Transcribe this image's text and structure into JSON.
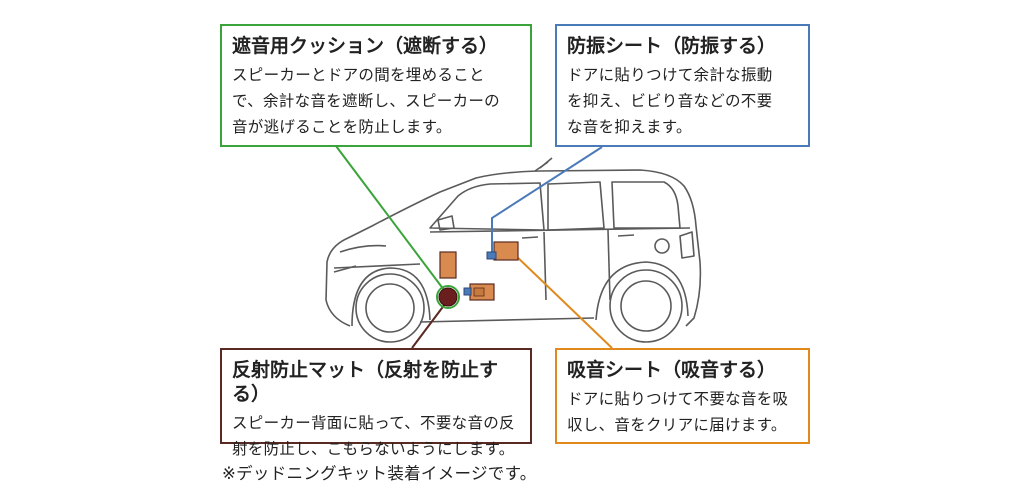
{
  "callouts": {
    "shield_cushion": {
      "title": "遮音用クッション（遮断する）",
      "lines": [
        "スピーカーとドアの間を埋めること",
        "で、余計な音を遮断し、スピーカーの",
        "音が逃げることを防止します。"
      ]
    },
    "anti_vibration_sheet": {
      "title": "防振シート（防振する）",
      "lines": [
        "ドアに貼りつけて余計な振動",
        "を抑え、ビビり音などの不要",
        "な音を抑えます。"
      ]
    },
    "anti_reflection_mat": {
      "title": "反射防止マット（反射を防止する）",
      "lines": [
        "スピーカー背面に貼って、不要な音の反",
        "射を防止し、こもらないようにします。"
      ]
    },
    "absorption_sheet": {
      "title": "吸音シート（吸音する）",
      "lines": [
        "ドアに貼りつけて不要な音を吸",
        "収し、音をクリアに届けます。"
      ]
    }
  },
  "footnote": "※デッドニングキット装着イメージです。",
  "colors": {
    "green": "#3aa33a",
    "blue": "#4a7ab8",
    "brown": "#5a2a22",
    "orange": "#e08a1e",
    "pad_fill": "#d98a4e",
    "car_line": "#555555"
  }
}
